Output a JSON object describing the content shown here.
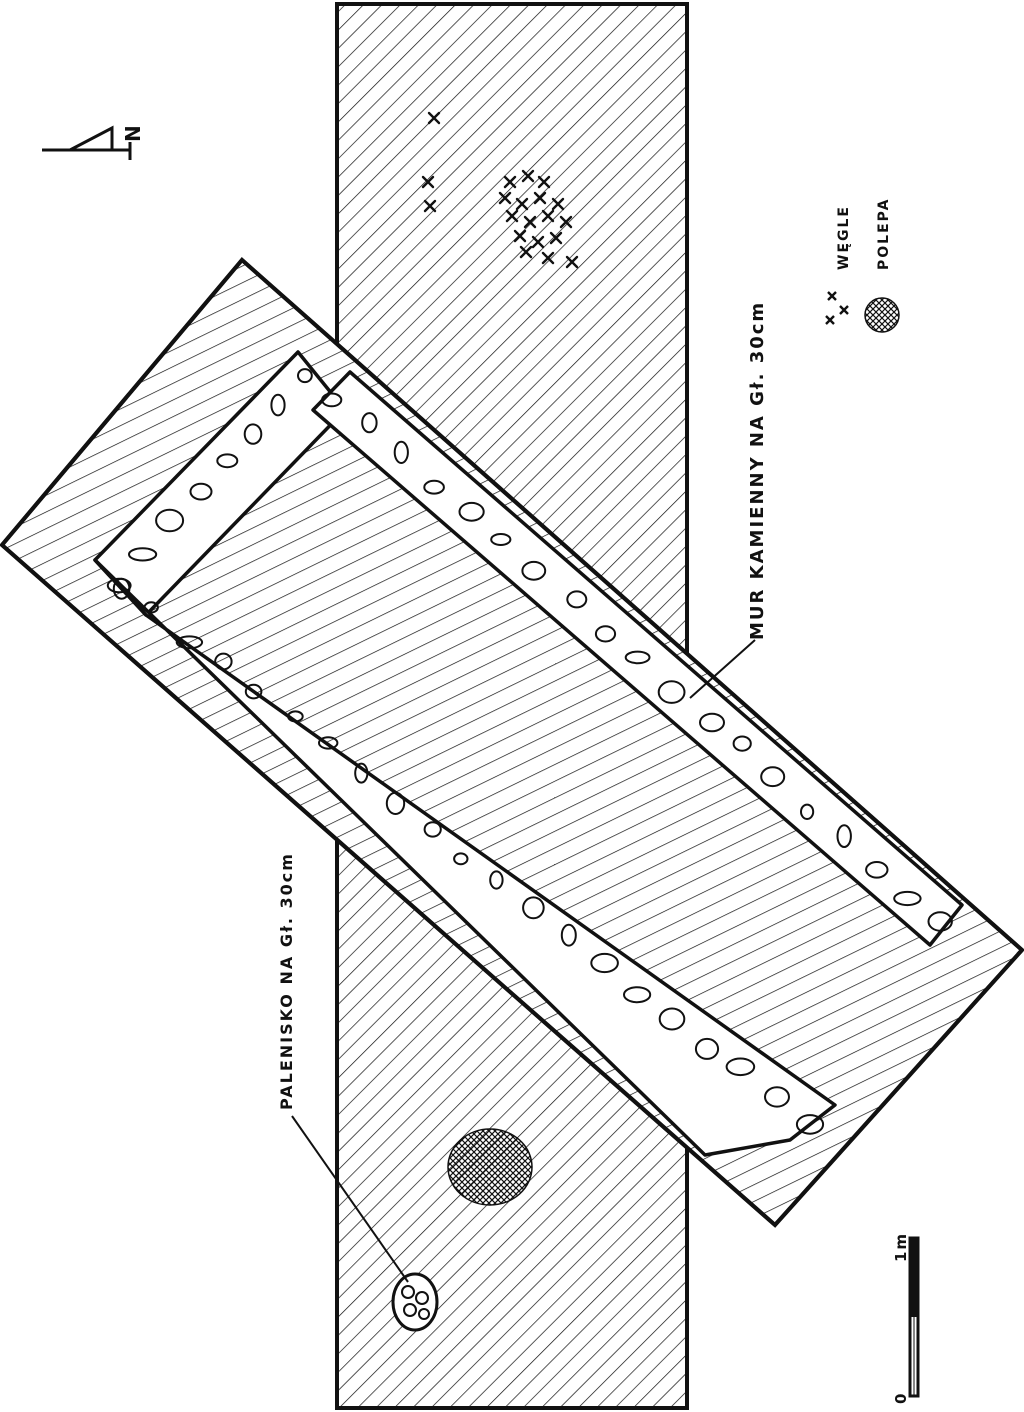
{
  "labels": {
    "north": "N",
    "wall": "MUR KAMIENNY NA Gł. 30cm",
    "hearth": "PALENISKO NA Gł. 30cm",
    "legend_coal": "WĘGLE",
    "legend_clay": "POLEPA",
    "scale_zero": "0",
    "scale_one": "1m"
  },
  "colors": {
    "ink": "#111111",
    "paper": "#ffffff"
  },
  "icons": {
    "north_arrow": "north-arrow-icon",
    "coal_symbol": "cross-mark-icon",
    "clay_symbol": "crosshatch-circle-icon"
  }
}
